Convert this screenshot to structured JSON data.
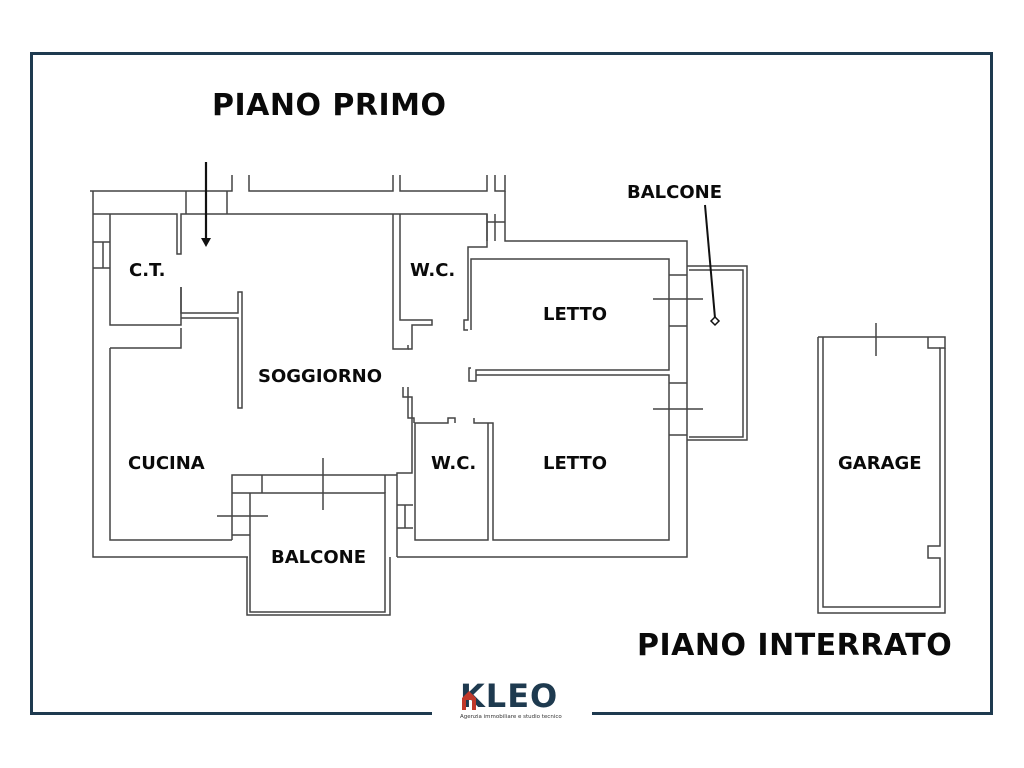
{
  "titles": {
    "upper_floor": "PIANO PRIMO",
    "basement": "PIANO INTERRATO"
  },
  "rooms": {
    "ct": "C.T.",
    "soggiorno": "SOGGIORNO",
    "cucina": "CUCINA",
    "wc_top": "W.C.",
    "wc_bottom": "W.C.",
    "letto_top": "LETTO",
    "letto_bottom": "LETTO",
    "balcone_bottom": "BALCONE",
    "balcone_right": "BALCONE",
    "garage": "GARAGE"
  },
  "logo": {
    "name": "KLEO",
    "tagline": "Agenzia immobiliare e studio tecnico"
  },
  "colors": {
    "frame": "#1e3a4f",
    "walls": "#444444",
    "logo_accent": "#c0392b"
  },
  "icons": {
    "entrance_arrow": "arrow-down-icon",
    "balcony_pointer": "pointer-line-icon"
  }
}
